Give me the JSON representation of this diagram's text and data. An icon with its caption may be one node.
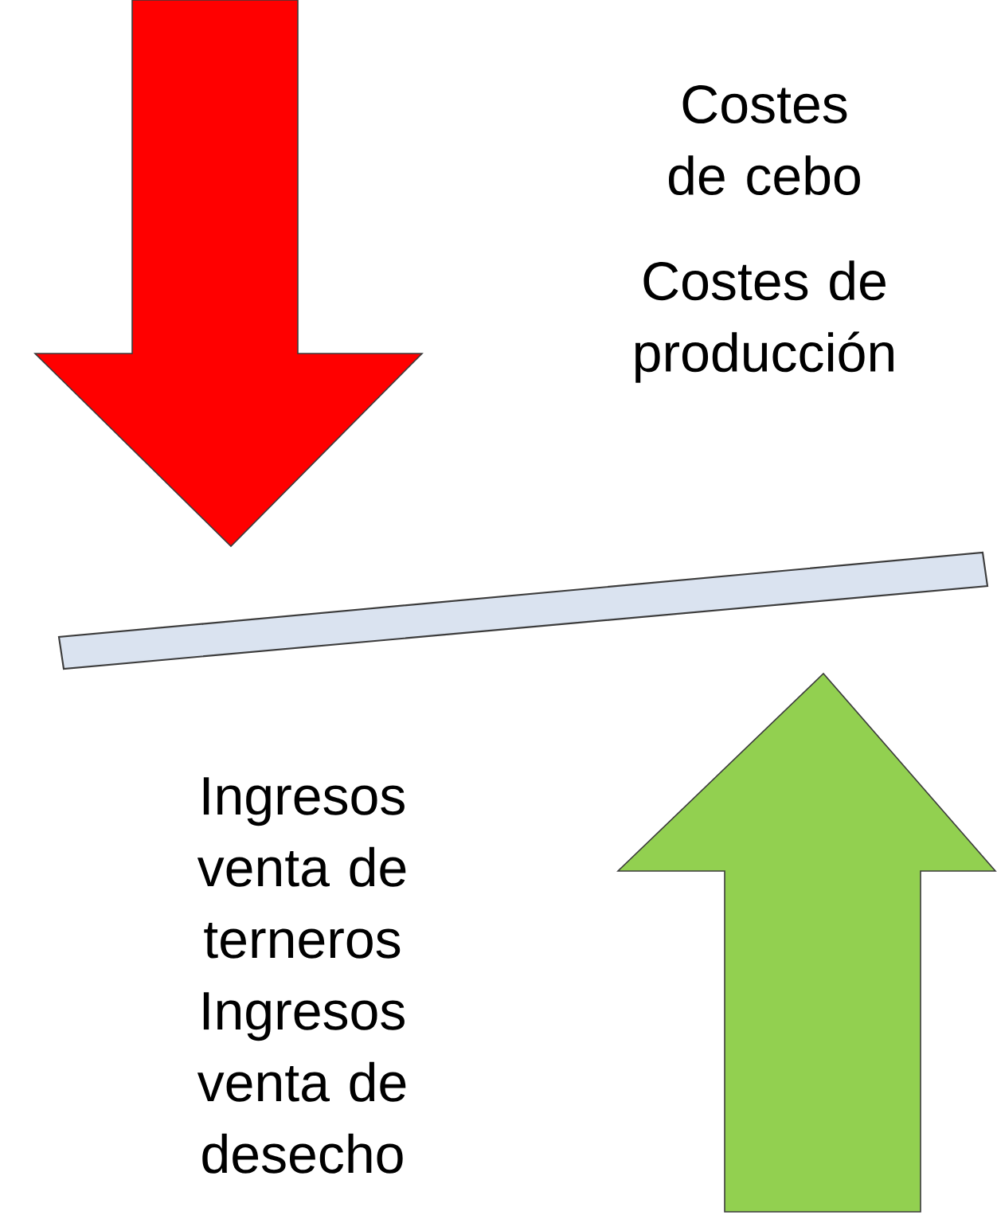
{
  "diagram": {
    "labels": [
      "Costes de cebo",
      "Costes de producción",
      "Ingresos venta de terneros",
      "Ingresos venta de desecho"
    ]
  }
}
